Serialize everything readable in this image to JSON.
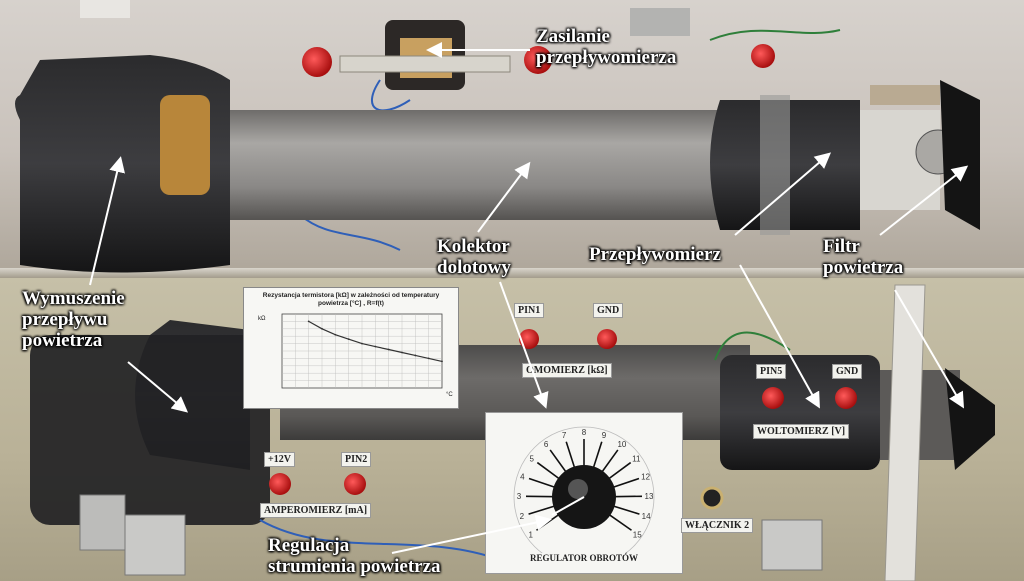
{
  "annotations": {
    "zasilanie": [
      "Zasilanie",
      "przepływomierza"
    ],
    "wymuszenie": [
      "Wymuszenie",
      "przepływu",
      "powietrza"
    ],
    "kolektor": [
      "Kolektor",
      "dolotowy"
    ],
    "przeplywomierz": "Przepływomierz",
    "filtr": [
      "Filtr",
      "powietrza"
    ],
    "regulacja": [
      "Regulacja",
      "strumienia powietrza"
    ]
  },
  "panel_tags": {
    "pin1": "PIN1",
    "gnd1": "GND",
    "omomierz": "OMOMIERZ [kΩ]",
    "plus12v": "+12V",
    "pin2": "PIN2",
    "amperomierz": "AMPEROMIERZ [mA]",
    "pin5": "PIN5",
    "gnd2": "GND",
    "woltomierz": "WOLTOMIERZ [V]",
    "wlacznik": "WŁĄCZNIK 2",
    "regulator": "REGULATOR OBROTÓW"
  },
  "chart_card": {
    "title": "Rezystancja termistora [kΩ] w zależności od temperatury powietrza [°C] , R=f(t)",
    "ylabel": "kΩ",
    "xlabel": "°C"
  },
  "chart_data": {
    "type": "line",
    "title": "Rezystancja termistora [kΩ] w zależności od temperatury powietrza [°C] , R=f(t)",
    "xlabel": "°C",
    "ylabel": "kΩ",
    "x": [
      10,
      15,
      20,
      25,
      30,
      35,
      40,
      45,
      50,
      55,
      60
    ],
    "values": [
      4.5,
      4.0,
      3.6,
      3.3,
      3.0,
      2.8,
      2.6,
      2.4,
      2.2,
      2.0,
      1.8
    ],
    "ylim": [
      0,
      5
    ],
    "xlim": [
      0,
      60
    ],
    "grid": true
  },
  "dial": {
    "numbers": [
      "1",
      "2",
      "3",
      "4",
      "5",
      "6",
      "7",
      "8",
      "9",
      "10",
      "11",
      "12",
      "13",
      "14",
      "15"
    ]
  },
  "colors": {
    "terminal_red": "#d11a1a",
    "tube_gray": "#8d8b89",
    "housing_black": "#1c1c1e"
  }
}
